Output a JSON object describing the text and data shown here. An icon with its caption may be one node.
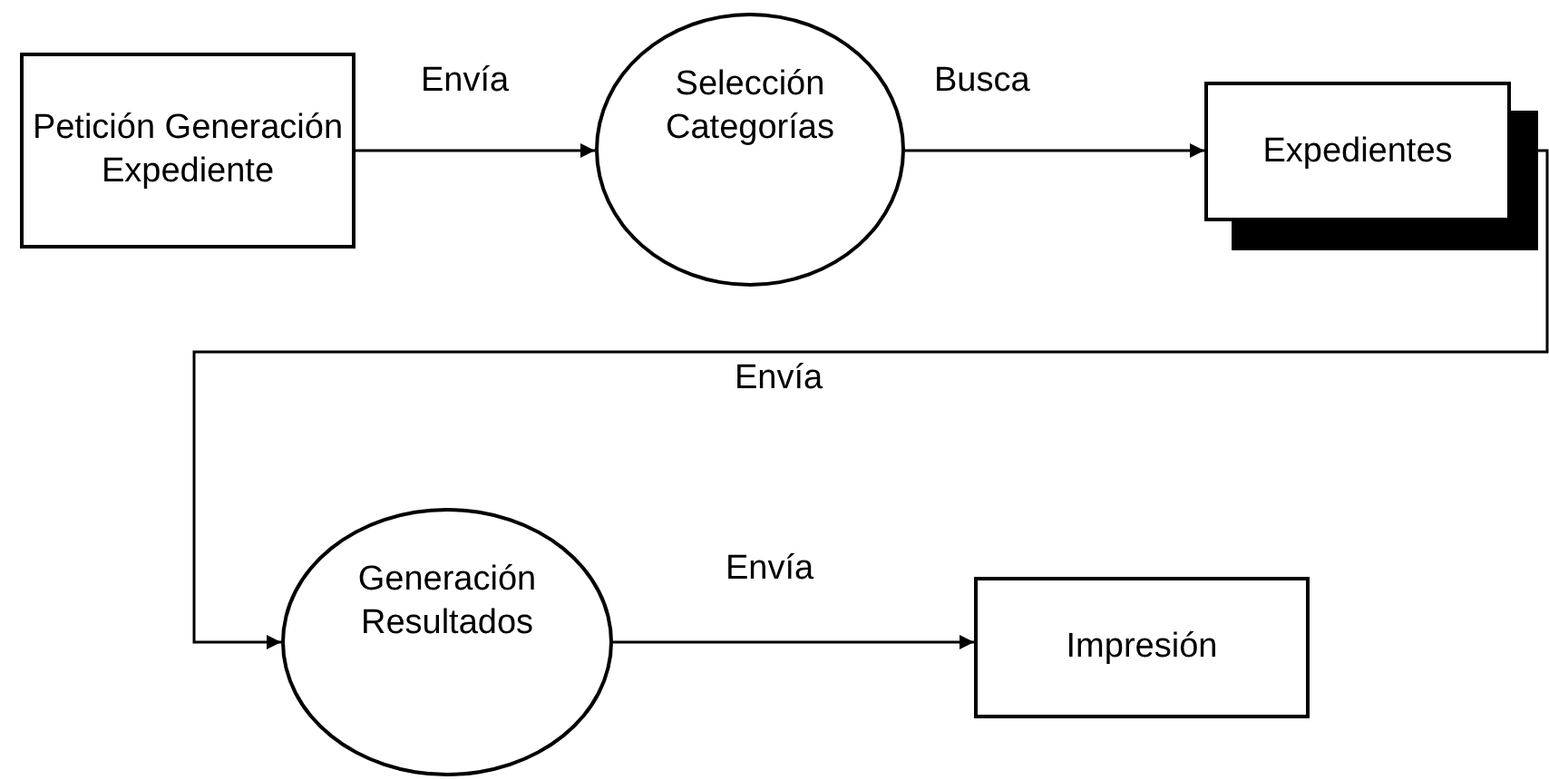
{
  "diagram": {
    "nodes": [
      {
        "text": [
          "Petición Generación Expediente"
        ]
      },
      {
        "text": [
          "Selección Categorías"
        ]
      },
      {
        "text": [
          "Expedientes"
        ]
      },
      {
        "text": [
          "Generación Resultados"
        ]
      },
      {
        "text": [
          "Impresión"
        ]
      }
    ],
    "edges": [
      {
        "from": 0,
        "to": 1,
        "arrow": "to",
        "label": "Envía"
      },
      {
        "from": 1,
        "to": 2,
        "arrow": "to",
        "label": "Busca"
      },
      {
        "from": 2,
        "to": 3,
        "arrow": "to",
        "label": "Envía"
      },
      {
        "from": 3,
        "to": 4,
        "arrow": "to",
        "label": "Envía"
      }
    ]
  }
}
